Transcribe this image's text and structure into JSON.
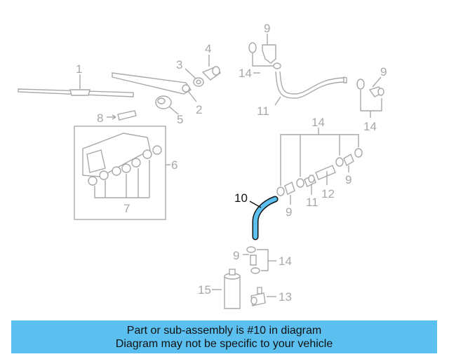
{
  "diagram": {
    "highlight_color": "#5bc0f0",
    "part_numbers": {
      "p1": "1",
      "p2": "2",
      "p3": "3",
      "p4": "4",
      "p5": "5",
      "p6": "6",
      "p7": "7",
      "p8": "8",
      "p9a": "9",
      "p9b": "9",
      "p9c": "9",
      "p9d": "9",
      "p9e": "9",
      "p10": "10",
      "p11a": "11",
      "p11b": "11",
      "p12": "12",
      "p13": "13",
      "p14a": "14",
      "p14b": "14",
      "p14c": "14",
      "p14d": "14",
      "p15": "15"
    }
  },
  "banner": {
    "line1": "Part or sub-assembly is #10 in diagram",
    "line2": "Diagram may not be specific to your vehicle",
    "color": "#5bc0f0"
  }
}
